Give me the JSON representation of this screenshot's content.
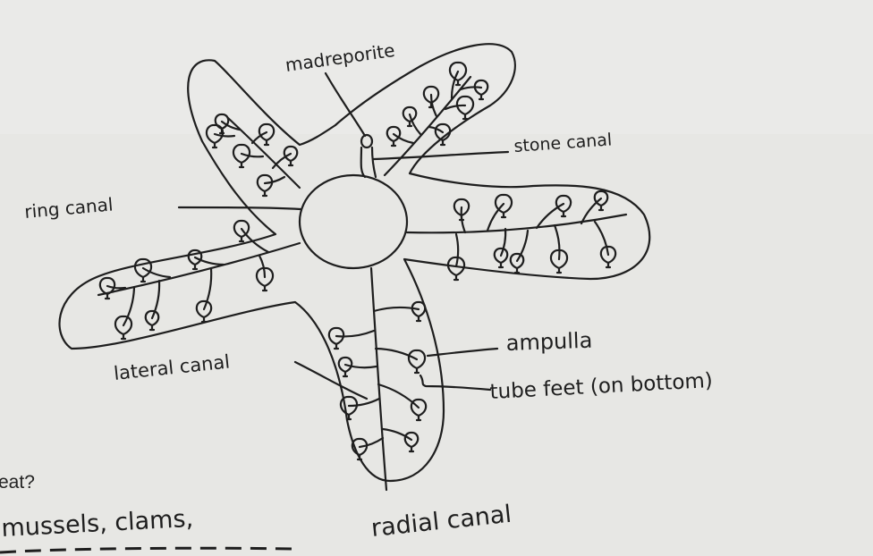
{
  "labels": {
    "madreporite": "madreporite",
    "stone_canal": "stone canal",
    "ring_canal": "ring canal",
    "ampulla": "ampulla",
    "lateral_canal": "lateral canal",
    "tube_feet": "tube feet (on bottom)",
    "radial_canal": "radial canal"
  },
  "page_text": {
    "question_fragment": "eat?",
    "answer_fragment": "mussels, clams,"
  }
}
